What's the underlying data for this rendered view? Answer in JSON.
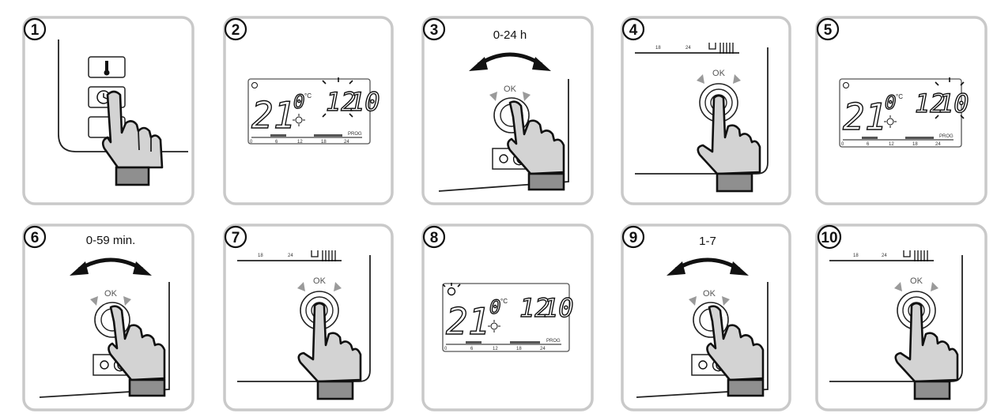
{
  "panels": [
    {
      "num": "1",
      "type": "buttons"
    },
    {
      "num": "2",
      "type": "display",
      "temp": "21",
      "temp_decimal": "0",
      "unit": "°C",
      "hours": "12",
      "minutes": "10",
      "blink": "hours",
      "prog_label": "PROG",
      "axis_ticks": [
        "0",
        "6",
        "12",
        "18",
        "24"
      ]
    },
    {
      "num": "3",
      "type": "rotate",
      "caption": "0-24 h",
      "ok_label": "OK"
    },
    {
      "num": "4",
      "type": "press",
      "ok_label": "OK",
      "scale": [
        "18",
        "24"
      ]
    },
    {
      "num": "5",
      "type": "display",
      "temp": "21",
      "temp_decimal": "0",
      "unit": "°C",
      "hours": "12",
      "minutes": "10",
      "blink": "minutes",
      "prog_label": "PROG",
      "axis_ticks": [
        "0",
        "6",
        "12",
        "18",
        "24"
      ]
    },
    {
      "num": "6",
      "type": "rotate",
      "caption": "0-59 min.",
      "ok_label": "OK"
    },
    {
      "num": "7",
      "type": "press",
      "ok_label": "OK",
      "scale": [
        "18",
        "24"
      ]
    },
    {
      "num": "8",
      "type": "display",
      "temp": "21",
      "temp_decimal": "0",
      "unit": "°C",
      "hours": "12",
      "minutes": "10",
      "blink": "clock",
      "prog_label": "PROG",
      "axis_ticks": [
        "0",
        "6",
        "12",
        "18",
        "24"
      ]
    },
    {
      "num": "9",
      "type": "rotate",
      "caption": "1-7",
      "ok_label": "OK"
    },
    {
      "num": "10",
      "type": "press",
      "ok_label": "OK",
      "scale": [
        "18",
        "24"
      ]
    }
  ]
}
